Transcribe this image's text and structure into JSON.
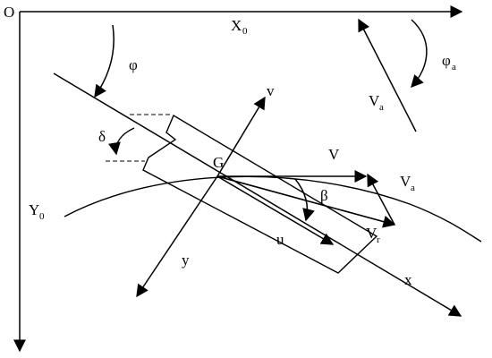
{
  "labels": {
    "origin": "O",
    "x0": "X",
    "x0_sub": "0",
    "y0": "Y",
    "y0_sub": "0",
    "phi": "φ",
    "phi_a": "φ",
    "phi_a_sub": "a",
    "v_a_top": "V",
    "v_a_top_sub": "a",
    "v_axis": "v",
    "delta": "δ",
    "cg": "G",
    "velocity": "V",
    "v_a_right": "V",
    "v_a_right_sub": "a",
    "beta": "β",
    "u_axis": "u",
    "v_r": "V",
    "v_r_sub": "r",
    "y_axis": "y",
    "x_axis": "x"
  }
}
